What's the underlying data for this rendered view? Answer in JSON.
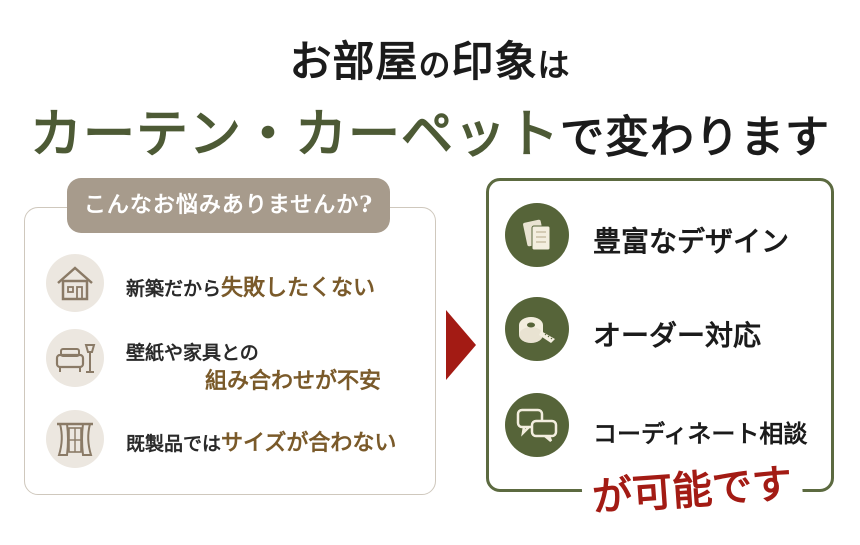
{
  "headline": {
    "line1_a": "お部屋",
    "line1_b": "の",
    "line1_c": "印象",
    "line1_d": "は",
    "line2_main": "カーテン・カーペット",
    "line2_rest": "で変わります"
  },
  "worries": {
    "badge": "こんなお悩みありませんか?",
    "items": [
      {
        "icon": "house-icon",
        "text_a": "新築だから",
        "text_b": "失敗したくない"
      },
      {
        "icon": "sofa-lamp-icon",
        "text_a": "壁紙や家具との",
        "text_b": "組み合わせが不安"
      },
      {
        "icon": "window-curtain-icon",
        "text_a": "既製品では",
        "text_b": "サイズが合わない"
      }
    ]
  },
  "solutions": {
    "items": [
      {
        "icon": "fabric-samples-icon",
        "text": "豊富なデザイン"
      },
      {
        "icon": "tape-measure-icon",
        "text": "オーダー対応"
      },
      {
        "icon": "chat-bubbles-icon",
        "text": "コーディネート相談"
      }
    ],
    "footer": "が可能です"
  },
  "colors": {
    "olive": "#566439",
    "beige": "#a79b8c",
    "red": "#a31b14",
    "brown_highlight": "#7a5a2a"
  }
}
